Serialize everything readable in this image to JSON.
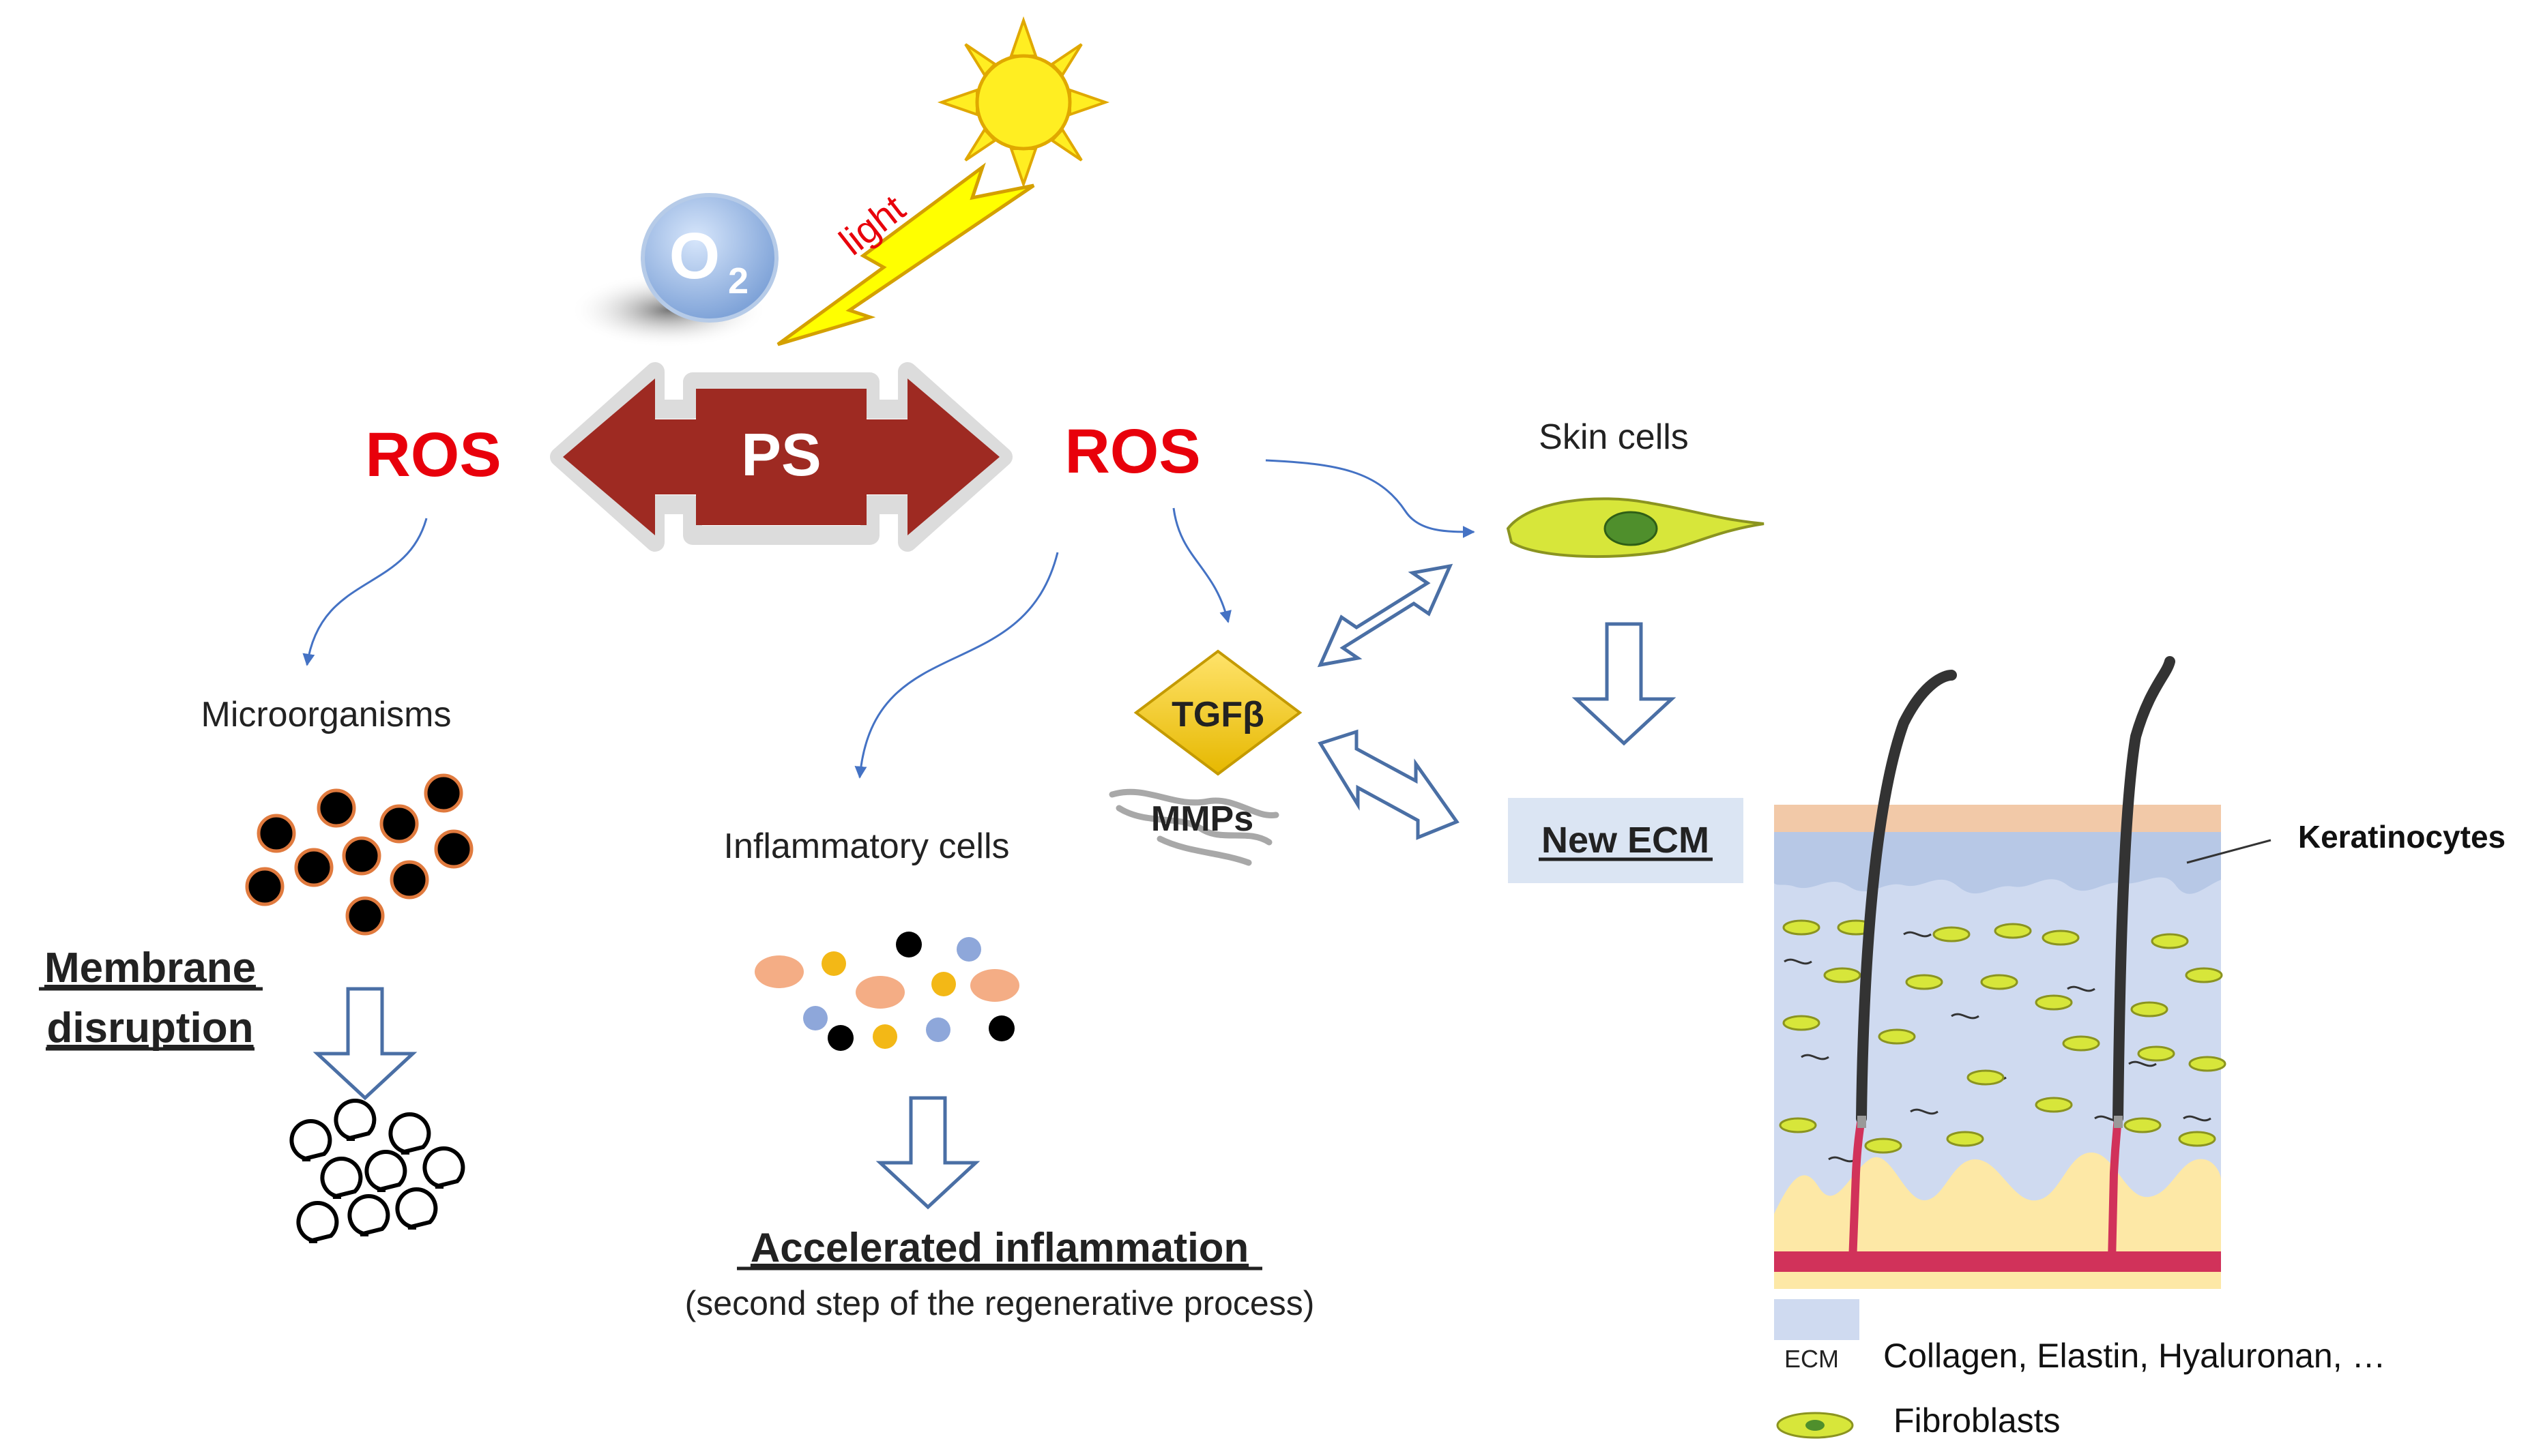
{
  "center": {
    "ps_label": "PS",
    "o2_main": "O",
    "o2_sub": "2",
    "light_label": "light"
  },
  "ros": {
    "left": "ROS",
    "right": "ROS"
  },
  "left_branch": {
    "microorganisms": "Microorganisms",
    "membrane_line1": "Membrane",
    "membrane_line2": "disruption"
  },
  "middle_branch": {
    "inflammatory_cells": "Inflammatory cells",
    "accelerated": "Accelerated inflammation",
    "second_step": "(second step of the regenerative process)"
  },
  "right_branch": {
    "tgfb": "TGFβ",
    "mmps": "MMPs",
    "skin_cells": "Skin cells",
    "new_ecm": "New ECM",
    "keratinocytes": "Keratinocytes"
  },
  "legend": {
    "ecm_tag": "ECM",
    "ecm_desc": "Collagen, Elastin, Hyaluronan, …",
    "fibroblasts": "Fibroblasts"
  },
  "colors": {
    "ros_red": "#e8000b",
    "ps_darkred": "#9e2a22",
    "light_yellow": "#ffff00",
    "sun_yellow": "#ffee22",
    "o2_blue": "#9dbbe6",
    "ecm_bg": "#dbe5f3",
    "dermis_bg": "#cfdaf0",
    "epidermis_top": "#f2c9a8",
    "fat_yellow": "#fde8a6",
    "vessel_red": "#d1325a",
    "fibroblast_green": "#d7e63a",
    "arrow_blue": "#4472c4"
  }
}
